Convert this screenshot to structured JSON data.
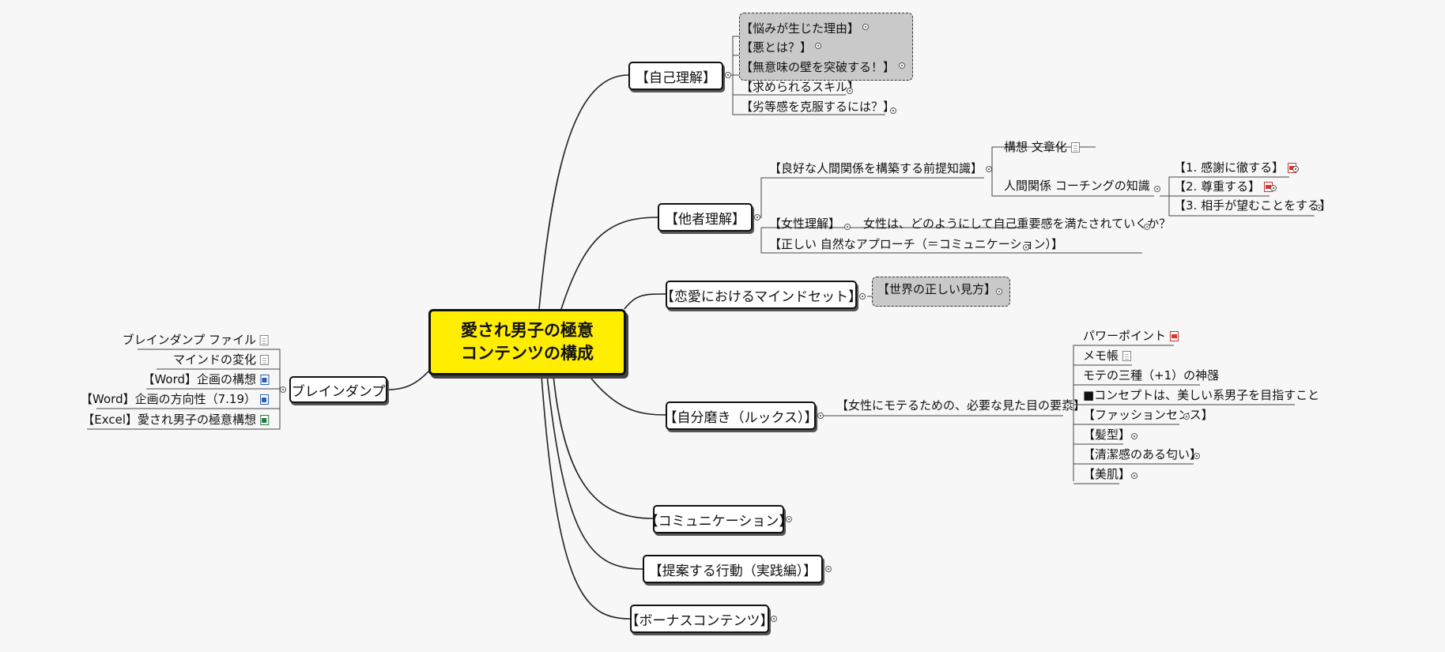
{
  "central": {
    "line1": "愛され男子の極意",
    "line2": "コンテンツの構成",
    "color": "#ffee00"
  },
  "branches": {
    "self": {
      "label": "【自己理解】",
      "children": [
        {
          "label": "【悩みが生じた理由】",
          "grouped": true
        },
        {
          "label": "【悪とは？】",
          "grouped": true
        },
        {
          "label": "【無意味の壁を突破する！】",
          "grouped": true
        },
        {
          "label": "【求められるスキル】"
        },
        {
          "label": "【劣等感を克服するには？】"
        }
      ]
    },
    "others": {
      "label": "【他者理解】",
      "premise": "【良好な人間関係を構築する前提知識】",
      "premise_children": [
        {
          "label": "構想 文章化",
          "icon": "document-icon"
        },
        {
          "label": "人間関係 コーチングの知識"
        }
      ],
      "coaching_children": [
        {
          "label": "【1. 感謝に徹する】",
          "icon": "pdf-icon"
        },
        {
          "label": "【2. 尊重する】",
          "icon": "pdf-icon"
        },
        {
          "label": "【3. 相手が望むことをする】"
        }
      ],
      "women": "【女性理解】",
      "women_child": "女性は、どのようにして自己重要感を満たされていくか？",
      "approach": "【正しい 自然なアプローチ（＝コミュニケーション）】"
    },
    "mindset": {
      "label": "【恋愛におけるマインドセット】",
      "child": "【世界の正しい見方】"
    },
    "looks": {
      "label": "【自分磨き（ルックス）】",
      "sub": "【女性にモテるための、必要な見た目の要素】",
      "children": [
        {
          "label": "パワーポイント",
          "icon": "ppt-icon"
        },
        {
          "label": "メモ帳",
          "icon": "document-icon"
        },
        {
          "label": "モテの三種（+1）の神器"
        },
        {
          "label": "■コンセプトは、美しい系男子を目指すこと"
        },
        {
          "label": "【ファッションセンス】"
        },
        {
          "label": "【髪型】"
        },
        {
          "label": "【清潔感のある匂い】"
        },
        {
          "label": "【美肌】"
        }
      ]
    },
    "communication": {
      "label": "【コミュニケーション】"
    },
    "action": {
      "label": "【提案する行動（実践編）】"
    },
    "bonus": {
      "label": "【ボーナスコンテンツ】"
    },
    "braindump": {
      "label": "ブレインダンプ",
      "children": [
        {
          "label": "ブレインダンプ ファイル",
          "icon": "document-icon"
        },
        {
          "label": "マインドの変化",
          "icon": "document-icon"
        },
        {
          "label": "【Word】企画の構想",
          "icon": "word-icon"
        },
        {
          "label": "【Word】企画の方向性（7.19）",
          "icon": "word-icon"
        },
        {
          "label": "【Excel】愛され男子の極意構想",
          "icon": "excel-icon"
        }
      ]
    }
  }
}
